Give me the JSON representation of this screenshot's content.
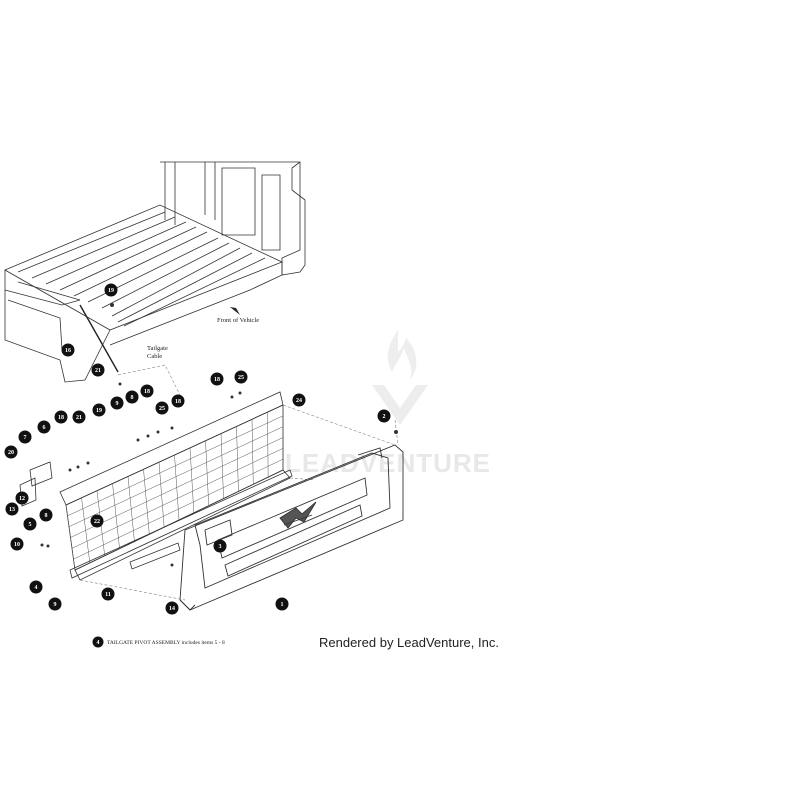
{
  "labels": {
    "front_of_vehicle": "Front of Vehicle",
    "tailgate_cable_1": "Tailgate",
    "tailgate_cable_2": "Cable"
  },
  "footnote": {
    "marker": "4",
    "text": "TAILGATE PIVOT ASSEMBLY includes items 5 - 8"
  },
  "credit": "Rendered by LeadVenture, Inc.",
  "watermark": "LEADVENTURE",
  "callouts": [
    {
      "id": "c19a",
      "num": "19"
    },
    {
      "id": "c16",
      "num": "16"
    },
    {
      "id": "c21a",
      "num": "21"
    },
    {
      "id": "c18a",
      "num": "18"
    },
    {
      "id": "c25a",
      "num": "25"
    },
    {
      "id": "c2",
      "num": "2"
    },
    {
      "id": "c24",
      "num": "24"
    },
    {
      "id": "c9a",
      "num": "9"
    },
    {
      "id": "c8a",
      "num": "8"
    },
    {
      "id": "c18b",
      "num": "18"
    },
    {
      "id": "c25b",
      "num": "25"
    },
    {
      "id": "c18c",
      "num": "18"
    },
    {
      "id": "c19b",
      "num": "19"
    },
    {
      "id": "c21b",
      "num": "21"
    },
    {
      "id": "c18d",
      "num": "18"
    },
    {
      "id": "c6",
      "num": "6"
    },
    {
      "id": "c7",
      "num": "7"
    },
    {
      "id": "c20",
      "num": "20"
    },
    {
      "id": "c12",
      "num": "12"
    },
    {
      "id": "c13",
      "num": "13"
    },
    {
      "id": "c22",
      "num": "22"
    },
    {
      "id": "c5",
      "num": "5"
    },
    {
      "id": "c8b",
      "num": "8"
    },
    {
      "id": "c10",
      "num": "10"
    },
    {
      "id": "c3",
      "num": "3"
    },
    {
      "id": "c4",
      "num": "4"
    },
    {
      "id": "c9b",
      "num": "9"
    },
    {
      "id": "c11",
      "num": "11"
    },
    {
      "id": "c14",
      "num": "14"
    },
    {
      "id": "c1",
      "num": "1"
    }
  ]
}
